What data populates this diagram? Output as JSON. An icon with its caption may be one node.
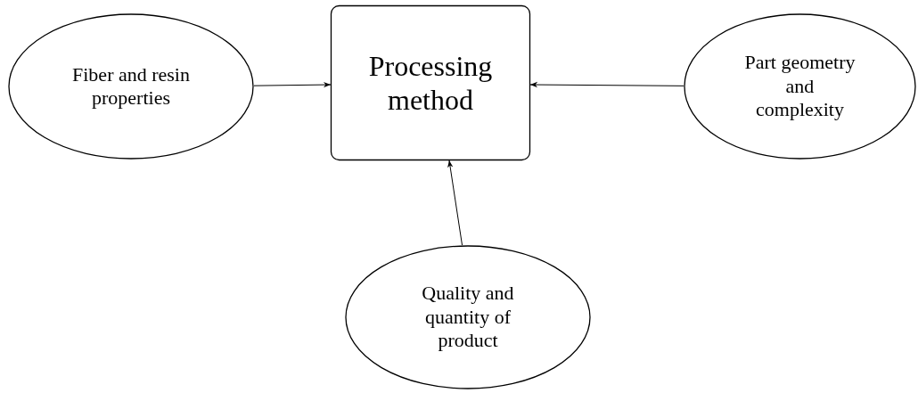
{
  "diagram": {
    "nodes": [
      {
        "text": [
          "Fiber and resin properties"
        ]
      },
      {
        "text": [
          "Processing method"
        ]
      },
      {
        "text": [
          "Part geometry and complexity"
        ]
      },
      {
        "text": [
          "Quality and quantity of product"
        ]
      }
    ],
    "edges": [
      {
        "from": 0,
        "to": 1,
        "arrow": "to"
      },
      {
        "from": 2,
        "to": 1,
        "arrow": "to"
      },
      {
        "from": 3,
        "to": 1,
        "arrow": "to"
      }
    ]
  }
}
